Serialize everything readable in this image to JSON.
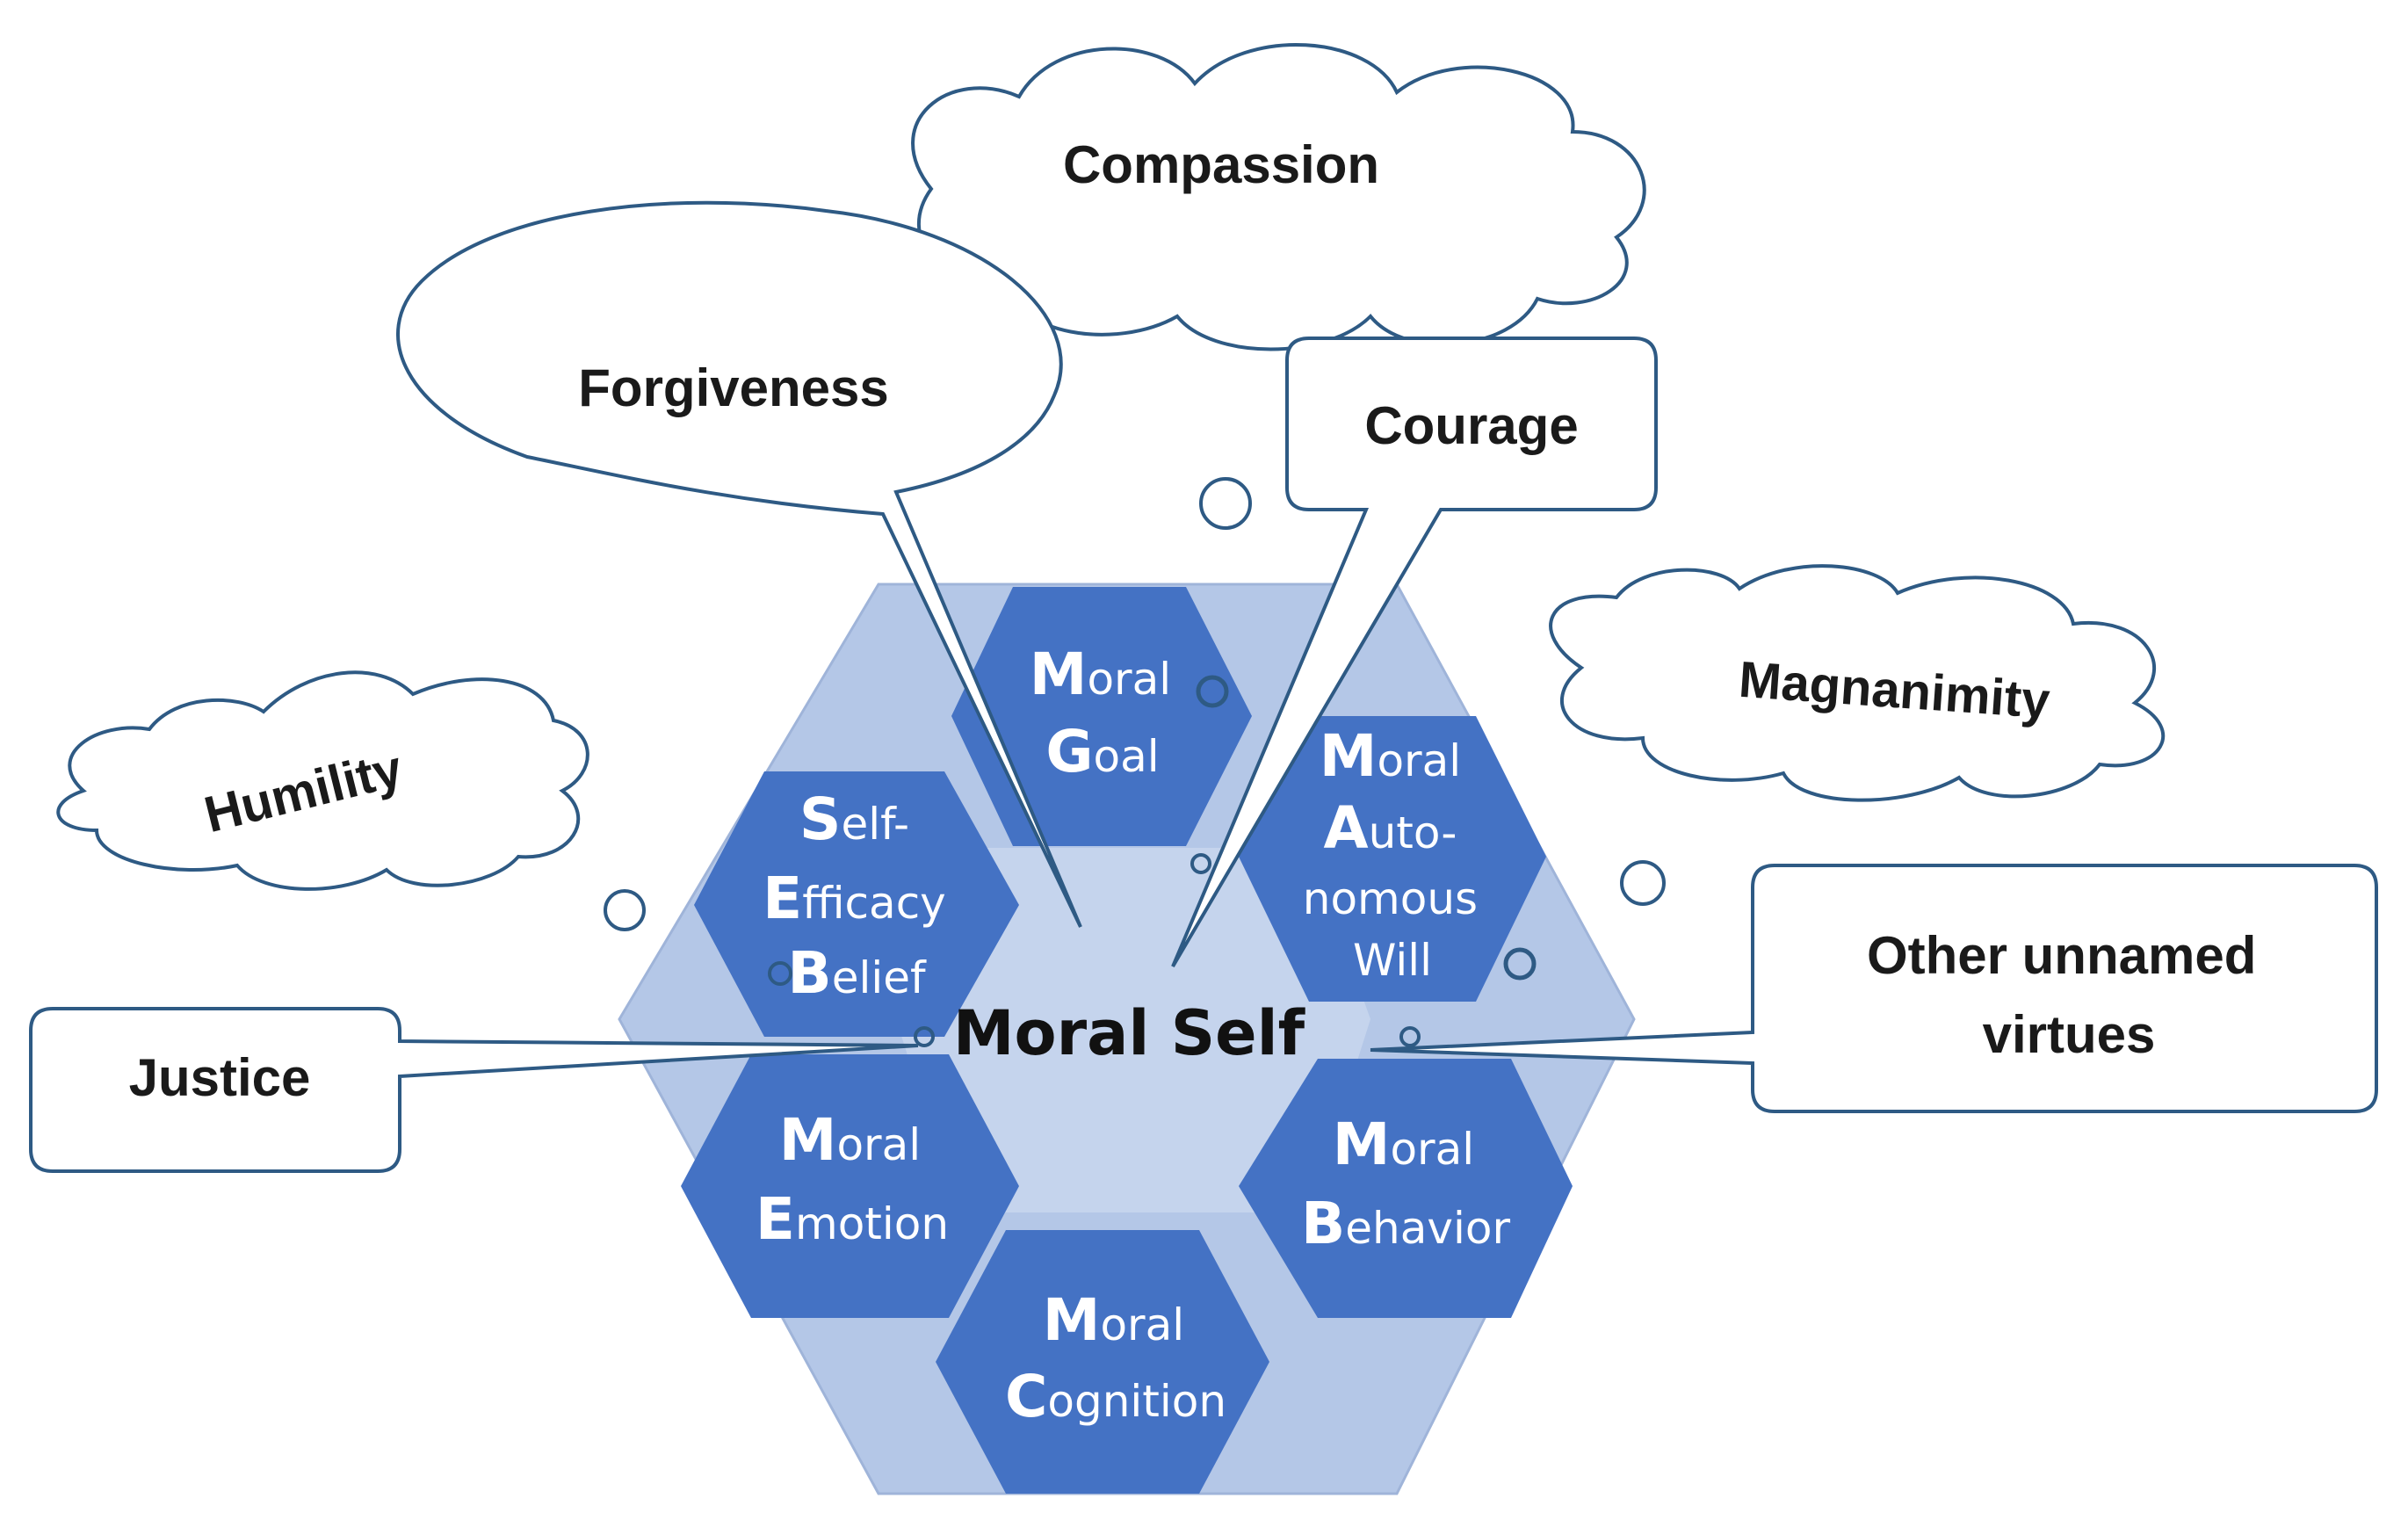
{
  "center_label": "Moral Self",
  "components": {
    "goal": {
      "l1_cap": "M",
      "l1_rest": "oral",
      "l2_cap": "G",
      "l2_rest": "oal"
    },
    "autonomous_will": {
      "l1_cap": "M",
      "l1_rest": "oral",
      "l2_cap": "A",
      "l2_rest": "uto-",
      "l3": "nomous",
      "l4": "Will"
    },
    "self_efficacy": {
      "l1_cap": "S",
      "l1_rest": "elf-",
      "l2_cap": "E",
      "l2_rest": "fficacy",
      "l3_cap": "B",
      "l3_rest": "elief"
    },
    "emotion": {
      "l1_cap": "M",
      "l1_rest": "oral",
      "l2_cap": "E",
      "l2_rest": "motion"
    },
    "behavior": {
      "l1_cap": "M",
      "l1_rest": "oral",
      "l2_cap": "B",
      "l2_rest": "ehavior"
    },
    "cognition": {
      "l1_cap": "M",
      "l1_rest": "oral",
      "l2_cap": "C",
      "l2_rest": "ognition"
    }
  },
  "virtues": {
    "compassion": "Compassion",
    "forgiveness": "Forgiveness",
    "courage": "Courage",
    "magnanimity": "Magnanimity",
    "humility": "Humility",
    "justice": "Justice",
    "other_line1": "Other unnamed",
    "other_line2": "virtues"
  },
  "colors": {
    "hex_dark": "#4472c4",
    "hex_light": "#b4c7e7",
    "hex_mid": "#a3b9e0",
    "outline": "#2e5a84"
  }
}
